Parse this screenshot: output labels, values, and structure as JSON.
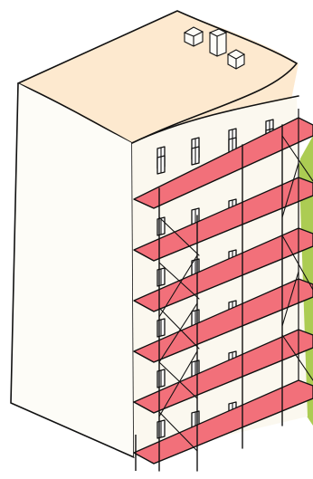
{
  "illustration": {
    "subject": "building-with-scaffolding",
    "floors_with_scaffold": 6,
    "window_columns": 4,
    "chimneys": 3,
    "colors": {
      "roof": "#fde9cf",
      "walls": "#fdfcf7",
      "side_wall": "#fbf8ef",
      "scaffold_platform": "#f2707a",
      "greenery": "#a8c94a",
      "ink": "#111111"
    }
  }
}
